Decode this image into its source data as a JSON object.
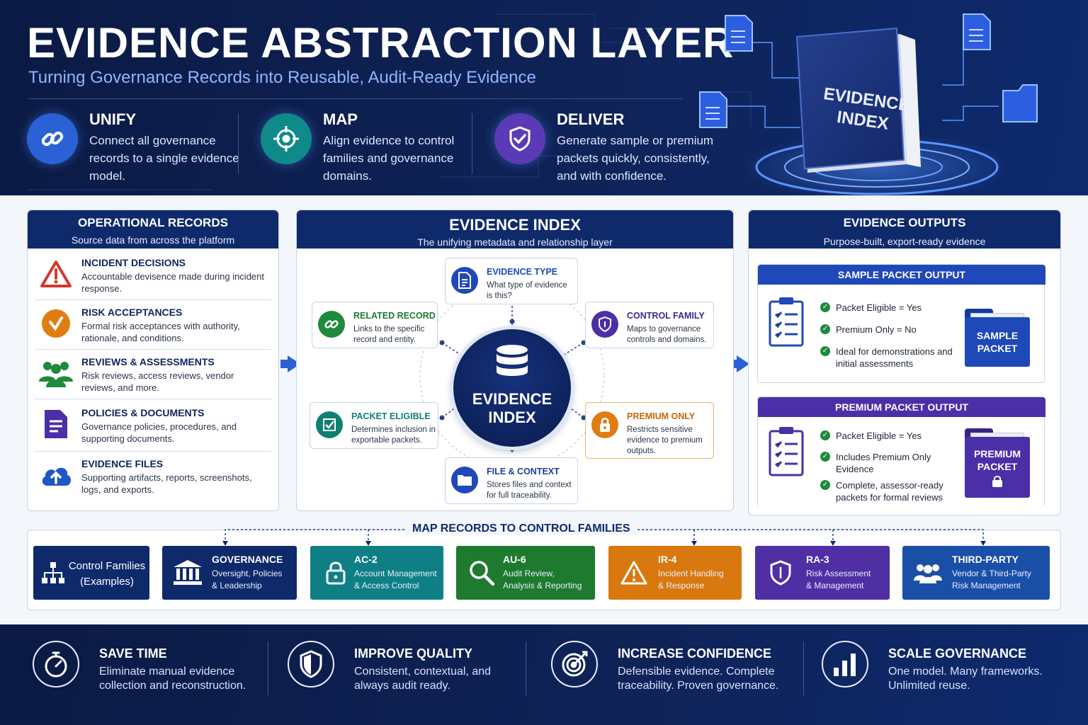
{
  "header": {
    "title": "EVIDENCE ABSTRACTION LAYER",
    "subtitle": "Turning Governance Records into Reusable, Audit-Ready Evidence",
    "book_label_1": "EVIDENCE",
    "book_label_2": "INDEX",
    "pillars": [
      {
        "title": "UNIFY",
        "text": "Connect all governance records to a single evidence model.",
        "icon": "link-icon",
        "color": "#2a62d6"
      },
      {
        "title": "MAP",
        "text": "Align evidence to control families and governance domains.",
        "icon": "crosshair-icon",
        "color": "#0f8a8a"
      },
      {
        "title": "DELIVER",
        "text": "Generate sample or premium packets quickly, consistently, and with confidence.",
        "icon": "shield-check-icon",
        "color": "#5a3bb5"
      }
    ]
  },
  "operational": {
    "title": "OPERATIONAL RECORDS",
    "subtitle": "Source data from across the platform",
    "items": [
      {
        "title": "INCIDENT DECISIONS",
        "text": "Accountable devisence made during incident response.",
        "icon": "warning-icon"
      },
      {
        "title": "RISK ACCEPTANCES",
        "text": "Formal risk acceptances with authority, rationale, and conditions.",
        "icon": "check-circle-icon"
      },
      {
        "title": "REVIEWS & ASSESSMENTS",
        "text": "Risk reviews, access reviews, vendor reviews, and more.",
        "icon": "people-icon"
      },
      {
        "title": "POLICIES & DOCUMENTS",
        "text": "Governance policies, procedures, and supporting documents.",
        "icon": "document-icon"
      },
      {
        "title": "EVIDENCE FILES",
        "text": "Supporting artifacts, reports, screenshots, logs, and exports.",
        "icon": "cloud-upload-icon"
      }
    ]
  },
  "index": {
    "title": "EVIDENCE INDEX",
    "subtitle": "The unifying metadata and relationship layer",
    "hub_1": "EVIDENCE",
    "hub_2": "INDEX",
    "nodes": {
      "type": {
        "title": "EVIDENCE TYPE",
        "text": "What type of evidence is this?"
      },
      "related": {
        "title": "RELATED RECORD",
        "text": "Links to the specific record and entity."
      },
      "control": {
        "title": "CONTROL FAMILY",
        "text": "Maps to governance controls and domains."
      },
      "packet": {
        "title": "PACKET ELIGIBLE",
        "text": "Determines inclusion in exportable packets."
      },
      "premium": {
        "title": "PREMIUM ONLY",
        "text": "Restricts sensitive evidence to premium outputs."
      },
      "file": {
        "title": "FILE & CONTEXT",
        "text": "Stores files and context for full traceability."
      }
    }
  },
  "outputs": {
    "title": "EVIDENCE OUTPUTS",
    "subtitle": "Purpose-built, export-ready evidence",
    "sample": {
      "head": "SAMPLE PACKET OUTPUT",
      "checks": [
        "Packet Eligible = Yes",
        "Premium Only = No",
        "Ideal for demonstrations and initial assessments"
      ],
      "folder_1": "SAMPLE",
      "folder_2": "PACKET"
    },
    "premium": {
      "head": "PREMIUM PACKET OUTPUT",
      "checks": [
        "Packet Eligible = Yes",
        "Includes Premium Only Evidence",
        "Complete, assessor-ready packets for formal reviews"
      ],
      "folder_1": "PREMIUM",
      "folder_2": "PACKET"
    }
  },
  "map": {
    "title": "MAP RECORDS TO CONTROL FAMILIES",
    "intro_1": "Control Families",
    "intro_2": "(Examples)",
    "families": [
      {
        "code": "GOVERNANCE",
        "line1": "Oversight, Policies",
        "line2": "& Leadership",
        "color": "#0f2a6b",
        "icon": "building-icon"
      },
      {
        "code": "AC-2",
        "line1": "Account Management",
        "line2": "& Access Control",
        "color": "#0f7f86",
        "icon": "lock-icon"
      },
      {
        "code": "AU-6",
        "line1": "Audit Review,",
        "line2": "Analysis & Reporting",
        "color": "#1e7a2e",
        "icon": "magnifier-icon"
      },
      {
        "code": "IR-4",
        "line1": "Incident Handling",
        "line2": "& Response",
        "color": "#d9780f",
        "icon": "warning-icon"
      },
      {
        "code": "RA-3",
        "line1": "Risk Assessment",
        "line2": "& Management",
        "color": "#4f2fa3",
        "icon": "shield-icon"
      },
      {
        "code": "THIRD-PARTY",
        "line1": "Vendor & Third-Party",
        "line2": "Risk Management",
        "color": "#1a4fa8",
        "icon": "people-icon"
      }
    ]
  },
  "footer": [
    {
      "title": "SAVE TIME",
      "text": "Eliminate manual evidence collection and reconstruction.",
      "icon": "stopwatch-icon"
    },
    {
      "title": "IMPROVE QUALITY",
      "text": "Consistent, contextual, and always audit ready.",
      "icon": "shield-icon"
    },
    {
      "title": "INCREASE CONFIDENCE",
      "text": "Defensible evidence. Complete traceability. Proven governance.",
      "icon": "target-icon"
    },
    {
      "title": "SCALE GOVERNANCE",
      "text": "One model. Many frameworks. Unlimited reuse.",
      "icon": "bar-chart-icon"
    }
  ]
}
